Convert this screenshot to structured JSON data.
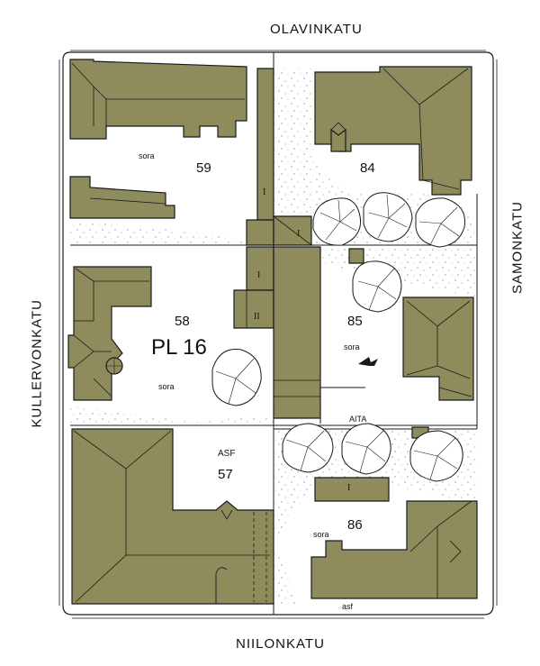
{
  "streets": {
    "north": "OLAVINKATU",
    "south": "NIILONKATU",
    "west": "KULLERVONKATU",
    "east": "SAMONKATU"
  },
  "block": "PL 16",
  "lots": {
    "lot59": "59",
    "lot84": "84",
    "lot58": "58",
    "lot85": "85",
    "lot57": "57",
    "lot86": "86"
  },
  "surface_labels": {
    "sora_59": "sora",
    "sora_58": "sora",
    "sora_85": "sora",
    "sora_86": "sora",
    "asf_57": "ASF",
    "asf_bottom": "asf",
    "aita": "AITA"
  },
  "outbuilding_marks": {
    "i_59": "I",
    "i_84": "I",
    "i_58": "I",
    "ii_58": "II",
    "i_86": "I"
  },
  "colors": {
    "building": "#8e8c5c",
    "outline": "#1a1a1a",
    "gravel_dot": "#555555"
  }
}
